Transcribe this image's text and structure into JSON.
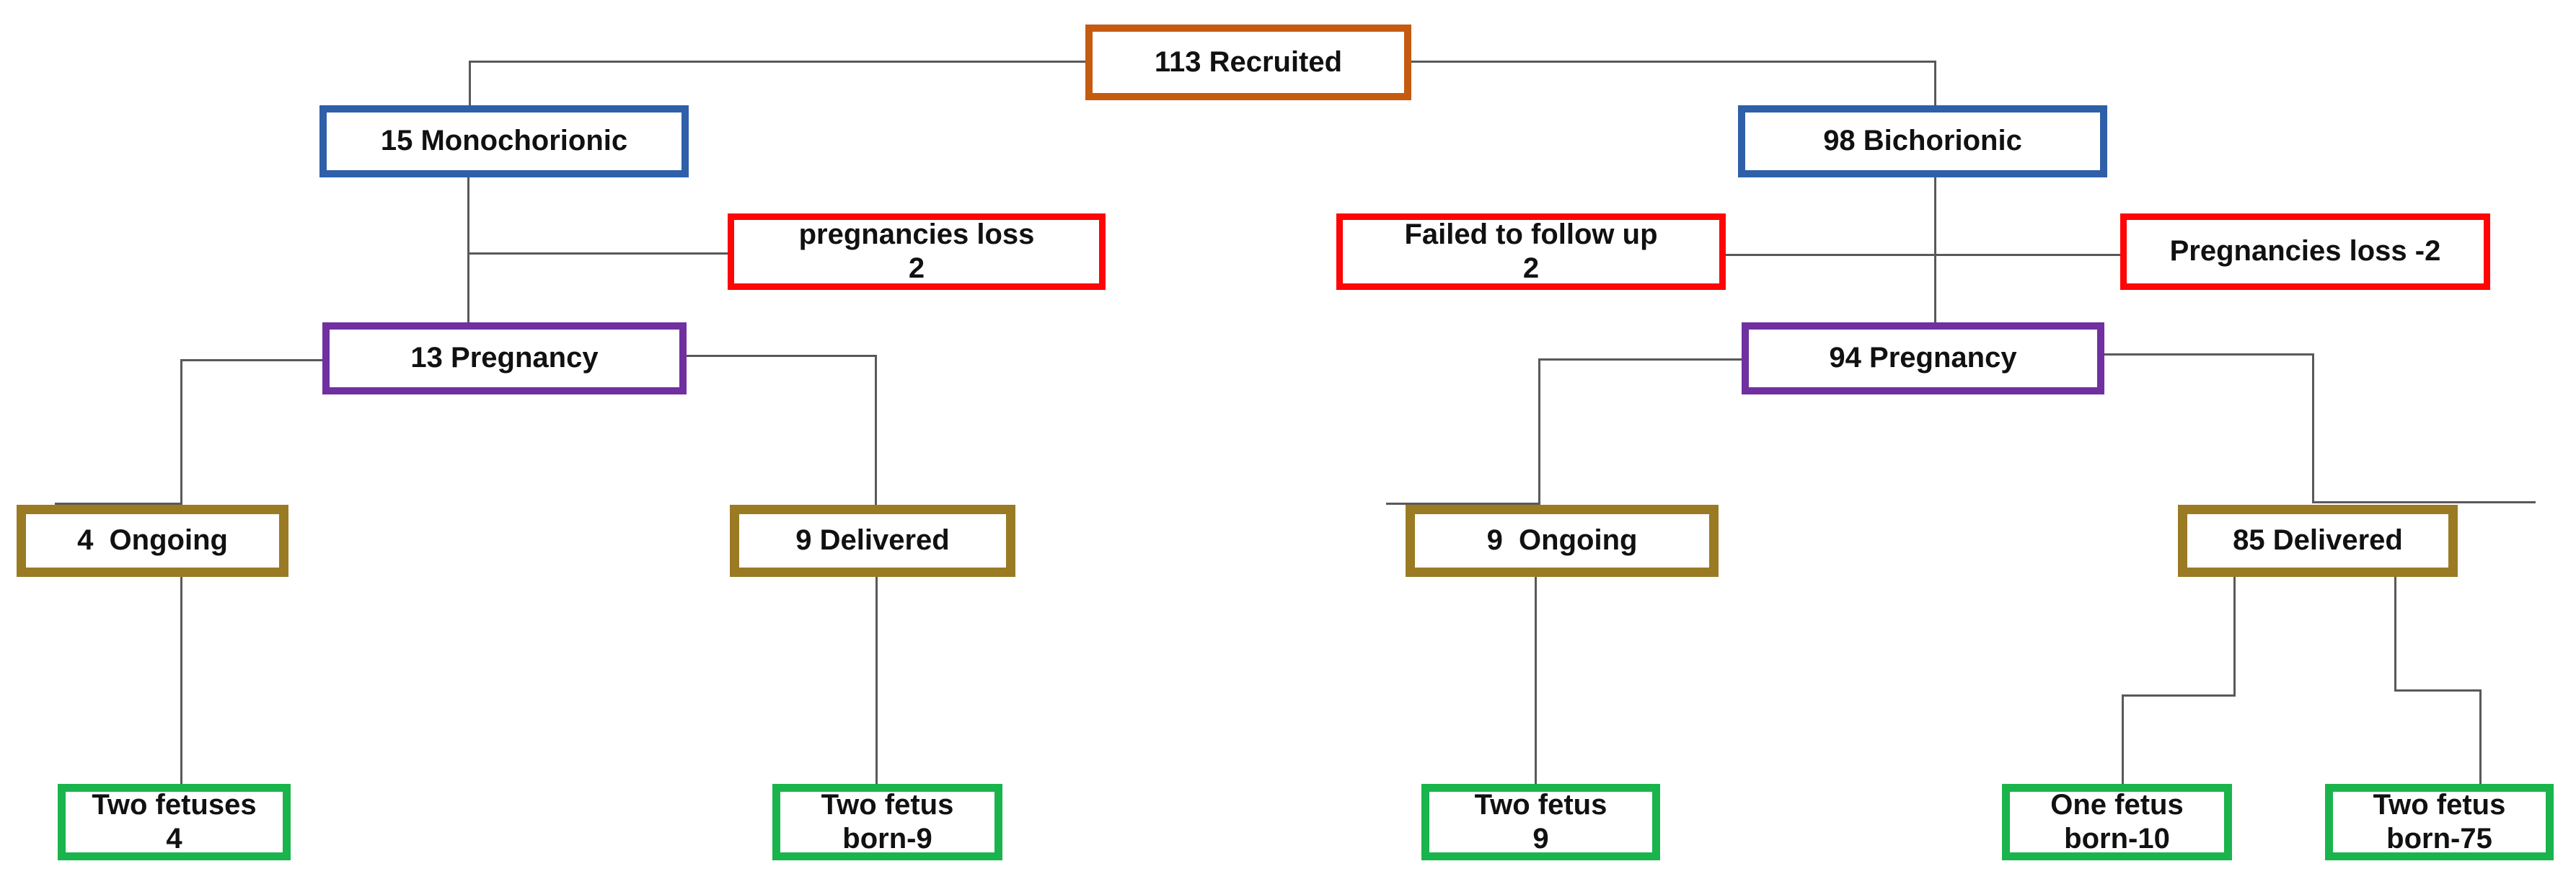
{
  "diagram": {
    "type": "flowchart",
    "nodes": {
      "recruited": {
        "label": "113 Recruited"
      },
      "monochorionic": {
        "label": "15 Monochorionic"
      },
      "mono_loss": {
        "line1": "pregnancies loss",
        "line2": "2"
      },
      "mono_pregnancy": {
        "label": "13 Pregnancy"
      },
      "mono_ongoing": {
        "label": "4  Ongoing"
      },
      "mono_delivered": {
        "label": "9 Delivered"
      },
      "mono_two_fetuses": {
        "line1": "Two fetuses",
        "line2": "4"
      },
      "mono_two_fetus_born": {
        "line1": "Two fetus",
        "line2": "born-9"
      },
      "bichorionic": {
        "label": "98 Bichorionic"
      },
      "bi_failed": {
        "line1": "Failed to follow up",
        "line2": "2"
      },
      "bi_loss": {
        "label": "Pregnancies loss -2"
      },
      "bi_pregnancy": {
        "label": "94 Pregnancy"
      },
      "bi_ongoing": {
        "label": "9  Ongoing"
      },
      "bi_delivered": {
        "label": "85 Delivered"
      },
      "bi_two_fetus": {
        "line1": "Two fetus",
        "line2": "9"
      },
      "bi_one_fetus_born": {
        "line1": "One fetus",
        "line2": "born-10"
      },
      "bi_two_fetus_born": {
        "line1": "Two fetus",
        "line2": "born-75"
      }
    },
    "colors": {
      "recruited_border": "#C55A11",
      "chorionicity_border": "#2E5FA8",
      "loss_border": "#FF0505",
      "pregnancy_border": "#7030A0",
      "outcome_border": "#9A7B23",
      "fetus_border": "#1AB44C",
      "connector": "#595959",
      "text": "#111111"
    }
  }
}
